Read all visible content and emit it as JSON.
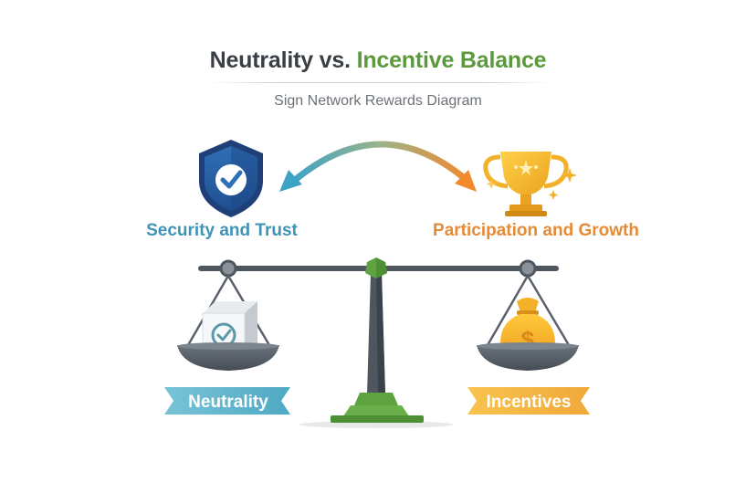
{
  "title": {
    "part1": "Neutrality vs.",
    "part2": "Incentive Balance"
  },
  "subtitle": "Sign Network Rewards Diagram",
  "left": {
    "label": "Security and Trust",
    "banner": "Neutrality",
    "icon": "shield-check-icon",
    "pan_icon": "verified-box-icon",
    "color": "#3f94b6"
  },
  "right": {
    "label": "Participation and Growth",
    "banner": "Incentives",
    "icon": "trophy-icon",
    "pan_icon": "money-bag-icon",
    "color": "#e58a35",
    "money_symbol": "$"
  },
  "colors": {
    "title_accent": "#5b9a3c",
    "scale_gray": "#4e5660",
    "pivot_green": "#5fa341"
  }
}
